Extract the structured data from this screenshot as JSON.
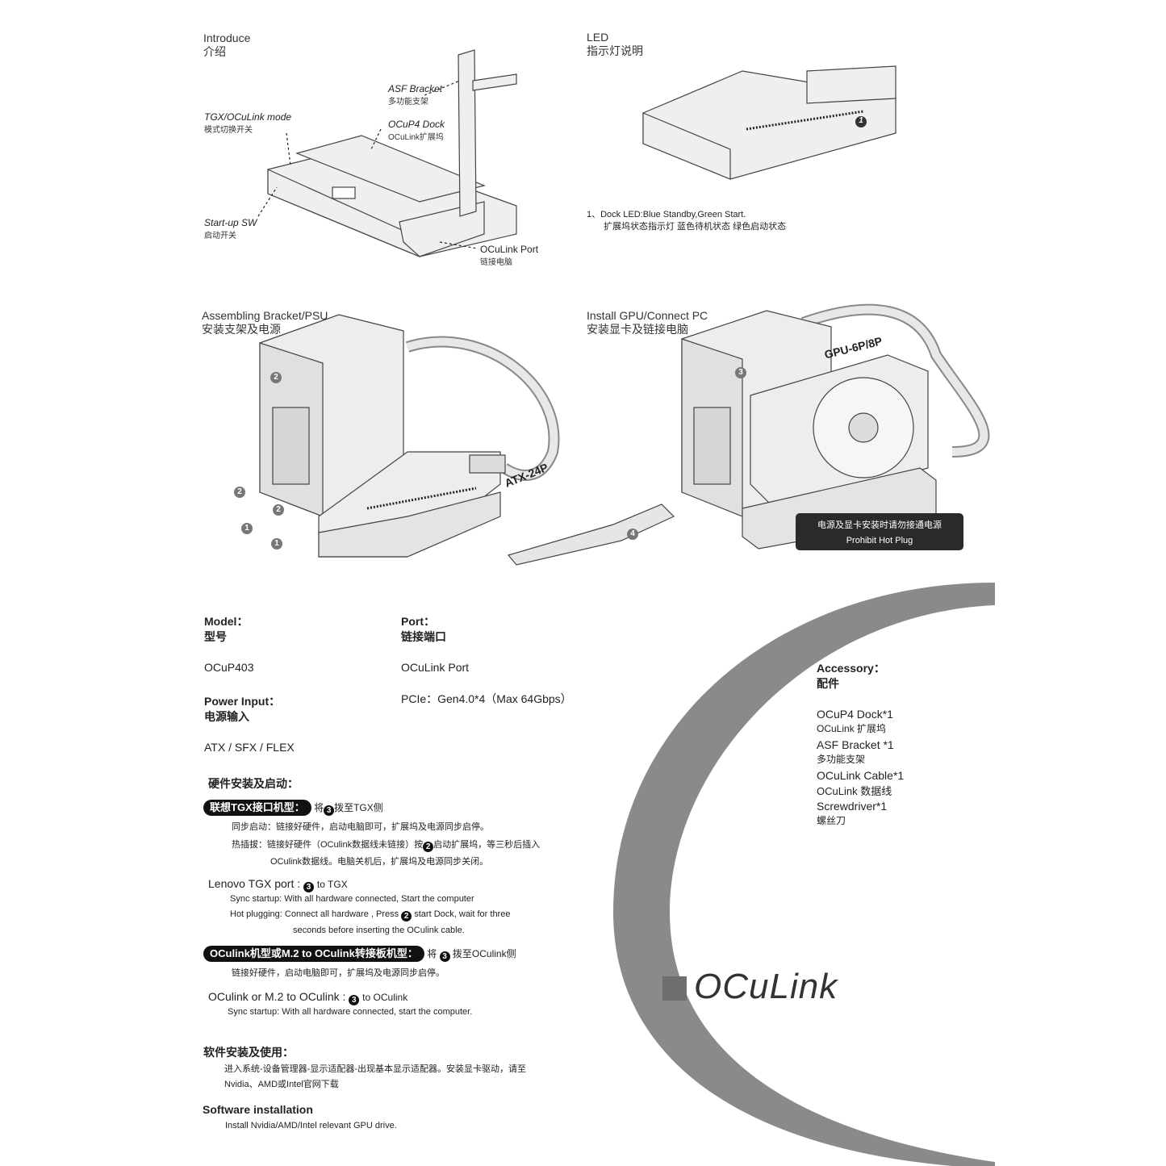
{
  "intro": {
    "title_en": "Introduce",
    "title_cn": "介绍",
    "asf_en": "ASF Bracket",
    "asf_cn": "多功能支架",
    "tgx_en": "TGX/OCuLink mode",
    "tgx_cn": "模式切换开关",
    "dock_en": "OCuP4 Dock",
    "dock_cn": "OCuLink扩展坞",
    "sw_en": "Start-up SW",
    "sw_cn": "启动开关",
    "port_en": "OCuLink  Port",
    "port_cn": "链接电脑"
  },
  "led": {
    "title_en": "LED",
    "title_cn": "指示灯说明",
    "marker": "1",
    "line_en": "1、Dock LED:Blue Standby,Green Start.",
    "line_cn": "扩展坞状态指示灯  蓝色待机状态  绿色启动状态"
  },
  "assemble": {
    "title_en": "Assembling Bracket/PSU",
    "title_cn": "安装支架及电源",
    "cable_label": "ATX-24P",
    "markers": [
      "2",
      "2",
      "2",
      "1",
      "1"
    ]
  },
  "install": {
    "title_en": "Install GPU/Connect PC",
    "title_cn": "安装显卡及链接电脑",
    "gpu_label": "GPU-6P/8P",
    "marker3": "3",
    "marker4": "4",
    "warn_cn": "电源及显卡安装时请勿接通电源",
    "warn_en": "Prohibit Hot Plug"
  },
  "specs": {
    "model_h_en": "Model：",
    "model_h_cn": "型号",
    "model_v": "OCuP403",
    "power_h_en": "Power Input：",
    "power_h_cn": "电源输入",
    "power_v": "ATX / SFX / FLEX",
    "port_h_en": "Port：",
    "port_h_cn": "链接端口",
    "port_v1": "OCuLink Port",
    "port_v2": "PCIe：Gen4.0*4（Max 64Gbps）"
  },
  "hw": {
    "title": "硬件安装及启动：",
    "tgx_pill": "联想TGX接口机型：",
    "tgx_pre": "将",
    "tgx_num": "3",
    "tgx_post": "拨至TGX侧",
    "tgx_l1": "同步启动：链接好硬件，启动电脑即可，扩展坞及电源同步启停。",
    "tgx_l2_a": "热插拔：链接好硬件（OCulink数据线未链接）按",
    "tgx_l2_num": "2",
    "tgx_l2_b": "启动扩展坞，等三秒后插入",
    "tgx_l3": "OCulink数据线。电脑关机后，扩展坞及电源同步关闭。",
    "len_title_a": "Lenovo TGX port :",
    "len_num": "3",
    "len_title_b": "to TGX",
    "len_l1": "Sync startup: With all hardware connected, Start the computer",
    "len_l2_a": "Hot plugging: Connect all hardware , Press",
    "len_l2_num": "2",
    "len_l2_b": "start Dock,  wait for three",
    "len_l3": "seconds before inserting the OCulink cable.",
    "ocu_pill": "OCulink机型或M.2 to OCulink转接板机型：",
    "ocu_pre": "将",
    "ocu_num": "3",
    "ocu_post": "拨至OCulink侧",
    "ocu_l1": "链接好硬件，启动电脑即可，扩展坞及电源同步启停。",
    "ocu_title_a": "OCulink  or M.2 to OCulink :",
    "ocu_t_num": "3",
    "ocu_title_b": "to OCulink",
    "ocu_l2": "Sync startup: With all hardware connected, start the computer."
  },
  "sw": {
    "title_cn": "软件安装及使用：",
    "cn_l1": "进入系统-设备管理器-显示适配器-出现基本显示适配器。安装显卡驱动，请至",
    "cn_l2": "Nvidia、AMD或Intel官网下载",
    "title_en": "Software installation",
    "en_l1": "Install Nvidia/AMD/Intel relevant GPU drive."
  },
  "accessory": {
    "h_en": "Accessory：",
    "h_cn": "配件",
    "items": [
      {
        "en": "OCuP4 Dock*1",
        "cn": "OCuLink 扩展坞"
      },
      {
        "en": "ASF Bracket *1",
        "cn": "多功能支架"
      },
      {
        "en": "OCuLink Cable*1",
        "cn": "OCuLink 数据线"
      },
      {
        "en": "Screwdriver*1",
        "cn": "螺丝刀"
      }
    ]
  },
  "brand": "OCuLink",
  "colors": {
    "arc": "#8a8a8a",
    "brand_square": "#6f6f6f",
    "ink": "#111111"
  }
}
